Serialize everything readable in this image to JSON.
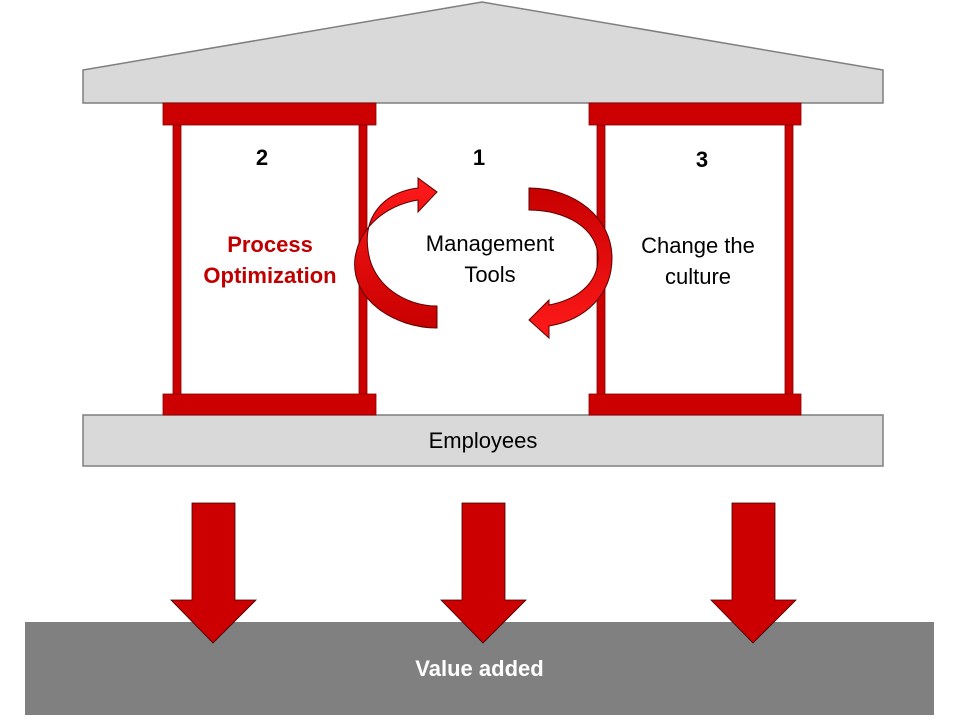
{
  "diagram": {
    "type": "house-of-pillars",
    "roof": {
      "label": "",
      "fill": "#d9d9d9",
      "stroke": "#7f7f7f"
    },
    "pillars": [
      {
        "number": "2",
        "line1": "Process",
        "line2": "Optimization",
        "emphasis": true,
        "text_color": "#c00000"
      },
      {
        "number": "1",
        "line1": "Management",
        "line2": "Tools",
        "emphasis": false,
        "text_color": "#000000"
      },
      {
        "number": "3",
        "line1": "Change the",
        "line2": "culture",
        "emphasis": false,
        "text_color": "#000000"
      }
    ],
    "cycle_arrows": {
      "count": 2,
      "direction": "circular",
      "color": "#cc0000"
    },
    "base": {
      "label": "Employees",
      "fill": "#d9d9d9"
    },
    "down_arrows": {
      "count": 3,
      "color": "#cc0000"
    },
    "foundation": {
      "label": "Value added",
      "fill": "#808080",
      "text_color": "#ffffff"
    }
  },
  "colors": {
    "pillar_red": "#cc0000",
    "arrow_light_red": "#ff1a1a",
    "gray_light": "#d9d9d9",
    "gray_dark": "#808080"
  }
}
